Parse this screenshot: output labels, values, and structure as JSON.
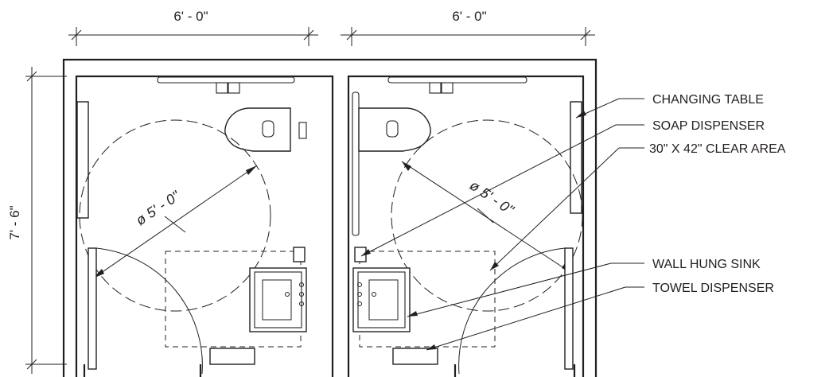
{
  "dimensions": {
    "left_width": "6' - 0\"",
    "right_width": "6' - 0\"",
    "height": "7' - 6\""
  },
  "circles": {
    "left_label": "ø 5' - 0\"",
    "right_label": "ø 5' - 0\""
  },
  "callouts": [
    "CHANGING TABLE",
    "SOAP DISPENSER",
    "30\" X 42\" CLEAR AREA",
    "WALL HUNG SINK",
    "TOWEL DISPENSER"
  ]
}
